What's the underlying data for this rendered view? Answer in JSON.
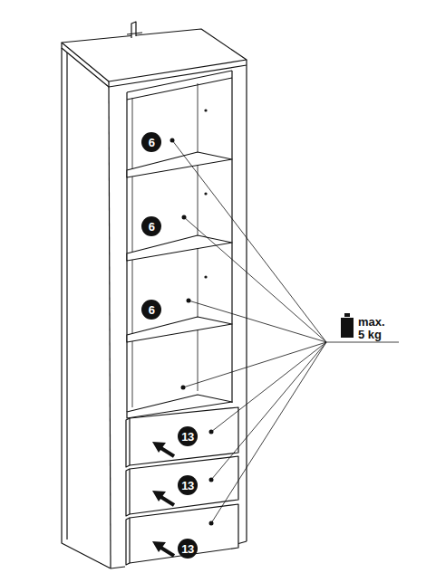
{
  "diagram": {
    "nodes": [
      {
        "text": [
          "6"
        ]
      },
      {
        "text": [
          "6"
        ]
      },
      {
        "text": [
          "6"
        ]
      },
      {
        "text": [
          "13"
        ]
      },
      {
        "text": [
          "13"
        ]
      },
      {
        "text": [
          "13"
        ]
      }
    ],
    "labels": [
      "max. 5 kg"
    ]
  }
}
